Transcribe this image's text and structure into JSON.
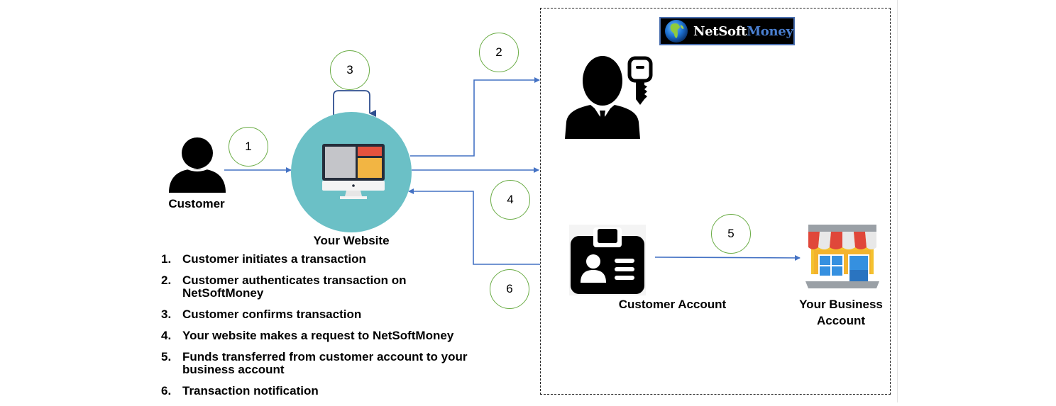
{
  "brand": {
    "name_part1": "NetSoft",
    "name_part2": "Money",
    "colors": {
      "logo_bg": "#000000",
      "logo_border": "#4a6fb0",
      "logo_text_white": "#ffffff",
      "logo_text_blue": "#4a7fd0"
    }
  },
  "nodes": {
    "customer": {
      "label": "Customer",
      "icon": "person-silhouette-icon"
    },
    "website": {
      "label": "Your Website",
      "icon": "desktop-monitor-icon",
      "circle_color": "#6bc0c6"
    },
    "authenticator": {
      "icon": "businessman-with-key-icon"
    },
    "customer_account": {
      "label": "Customer Account",
      "icon": "id-badge-icon"
    },
    "business_account": {
      "label_line1": "Your Business",
      "label_line2": "Account",
      "icon": "storefront-icon"
    }
  },
  "step_markers": [
    "1",
    "2",
    "3",
    "4",
    "5",
    "6"
  ],
  "steps": [
    {
      "num": "1.",
      "text": "Customer initiates a transaction"
    },
    {
      "num": "2.",
      "text": "Customer authenticates transaction on NetSoftMoney"
    },
    {
      "num": "3.",
      "text": "Customer confirms transaction"
    },
    {
      "num": "4.",
      "text": "Your website makes a request to NetSoftMoney"
    },
    {
      "num": "5.",
      "text": "Funds transferred from customer account to your business account"
    },
    {
      "num": "6.",
      "text": "Transaction notification"
    }
  ],
  "colors": {
    "arrow": "#4472c4",
    "arrow_dark": "#2f4f8f",
    "step_circle": "#6aac45",
    "dashed_border": "#222222"
  }
}
